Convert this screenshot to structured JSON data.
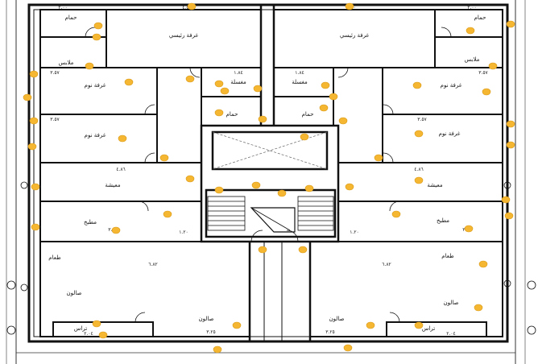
{
  "plan": {
    "rooms": {
      "left_bath_top": "حمام",
      "left_dressing": "ملابس",
      "left_bedroom_1": "غرفة نوم",
      "left_bedroom_2": "غرفة نوم",
      "left_master": "غرفة رئيسي",
      "left_bath_mid": "حمام",
      "left_living": "معيشة",
      "left_kitchen": "مطبخ",
      "left_dining": "طعام",
      "left_salon": "صالون",
      "left_salon_2": "صالون",
      "left_terrace": "تراس",
      "left_service": "مغسلة",
      "right_bath_top": "حمام",
      "right_dressing": "ملابس",
      "right_bedroom_1": "غرفة نوم",
      "right_bedroom_2": "غرفة نوم",
      "right_master": "غرفة رئيسي",
      "right_bath_mid": "حمام",
      "right_living": "معيشة",
      "right_kitchen": "مطبخ",
      "right_dining": "طعام",
      "right_salon": "صالون",
      "right_salon_2": "صالون",
      "right_terrace": "تراس",
      "right_service": "مغسلة"
    },
    "dims": {
      "d_top_left": "٢.٠٠",
      "d_top_mid_left": "٤.٥٠",
      "d_top_mid_right": "٤.٥٠",
      "d_top_right": "٢.٠٠",
      "d_left_1": "٣.٥٧",
      "d_left_2": "٣.٥٧",
      "d_left_3": "٤.٨٦",
      "d_left_4": "٣.٥٤",
      "d_left_5": "٦.٨٢",
      "d_left_6": "٣.٢٥",
      "d_left_7": "٢.٠٤",
      "d_right_1": "٣.٥٧",
      "d_right_2": "٣.٥٧",
      "d_right_3": "٤.٨٦",
      "d_right_4": "٣.٥٤",
      "d_right_5": "٦.٨٢",
      "d_right_6": "٣.٢٥",
      "d_right_7": "٢.٠٤",
      "d_core_1": "١.٨٤",
      "d_core_2": "١.٨٤",
      "d_core_3": "١.٢٠",
      "d_core_4": "١.٢٠"
    }
  }
}
